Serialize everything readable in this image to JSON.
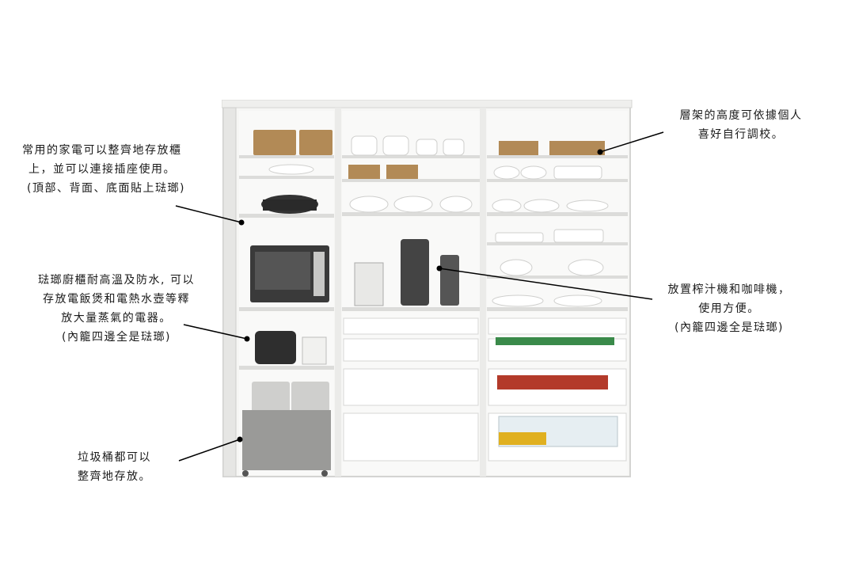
{
  "annotations": {
    "appliances": {
      "line1": "常用的家電可以整齊地存放櫃",
      "line2": "上，並可以連接插座使用。",
      "line3": "(頂部、背面、底面貼上琺瑯)"
    },
    "enamel": {
      "line1": "琺瑯廚櫃耐高溫及防水, 可以",
      "line2": "存放電飯煲和電熱水壺等釋",
      "line3": "放大量蒸氣的電器。",
      "line4": "(內籠四邊全是琺瑯)"
    },
    "trash": {
      "line1": "垃圾桶都可以",
      "line2": "整齊地存放。"
    },
    "shelves": {
      "line1": "層架的高度可依據個人",
      "line2": "喜好自行調校。"
    },
    "juicer": {
      "line1": "放置榨汁機和咖啡機，",
      "line2": "使用方便。",
      "line3": "(內籠四邊全是琺瑯)"
    }
  },
  "colors": {
    "cabinet_white": "#f2f2f0",
    "frame_edge": "#d8d8d6",
    "wicker": "#b28a56",
    "bin_gray": "#9a9a98",
    "microwave": "#3a3a3a",
    "leader_line": "#000000"
  }
}
